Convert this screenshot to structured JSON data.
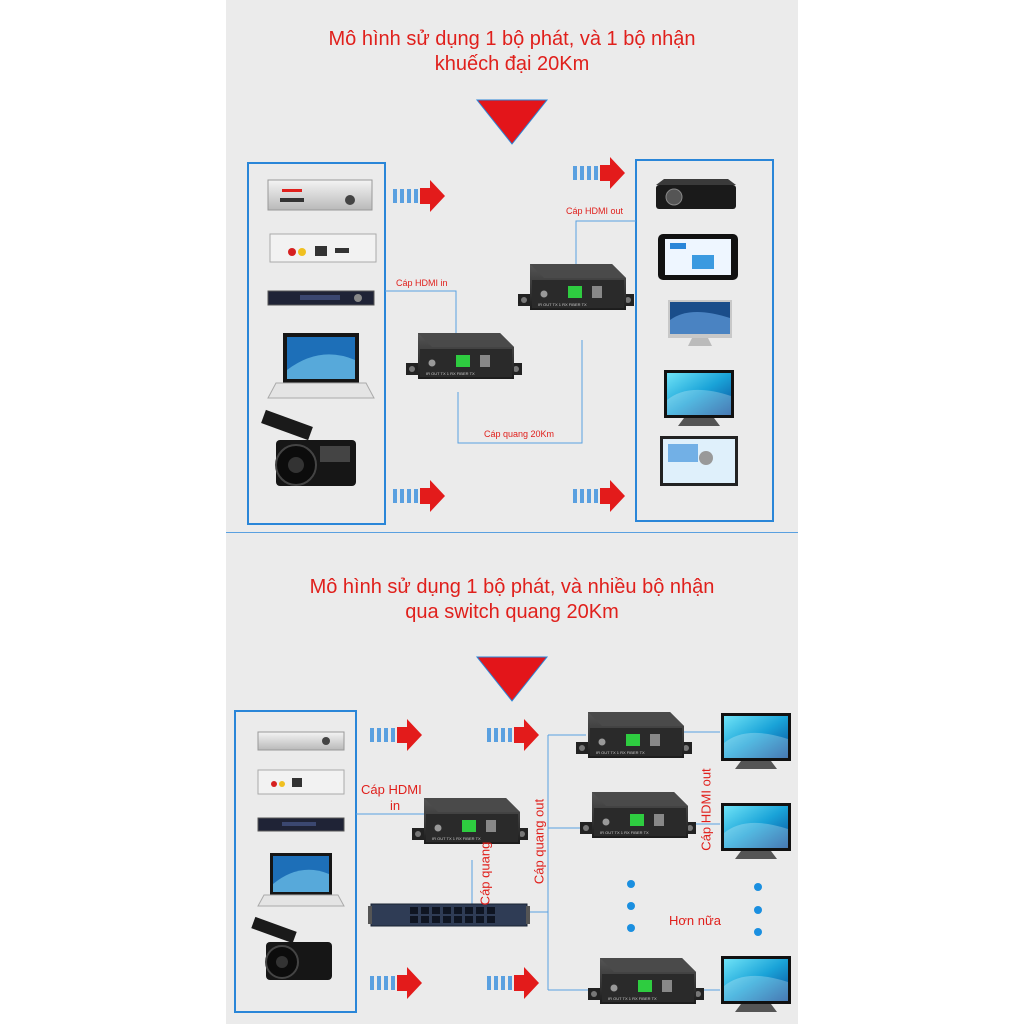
{
  "diagram_top": {
    "title_line1": "Mô hình sử dụng 1 bộ phát, và 1 bộ nhận",
    "title_line2": "khuếch đại 20Km",
    "label_hdmi_in": "Cáp HDMI in",
    "label_hdmi_out": "Cáp HDMI out",
    "label_fiber": "Cáp quang 20Km",
    "sources": [
      "dvd-player",
      "media-box",
      "dvr-recorder",
      "laptop",
      "camcorder"
    ],
    "displays": [
      "projector",
      "tablet",
      "imac",
      "monitor",
      "smart-tv"
    ]
  },
  "diagram_bottom": {
    "title_line1": "Mô hình sử dụng 1 bộ phát, và nhiều bộ nhận",
    "title_line2": "qua switch quang 20Km",
    "label_hdmi_in_1": "Cáp HDMI",
    "label_hdmi_in_2": "in",
    "label_fiber": "Cáp quang",
    "label_fiber_out": "Cáp quang out",
    "label_hdmi_out": "Cáp HDMI out",
    "label_more": "Hơn nữa"
  },
  "colors": {
    "title": "#e0201c",
    "frame": "#2a86d8",
    "arrow": "#e31b1b",
    "panel": "#ebebeb"
  }
}
